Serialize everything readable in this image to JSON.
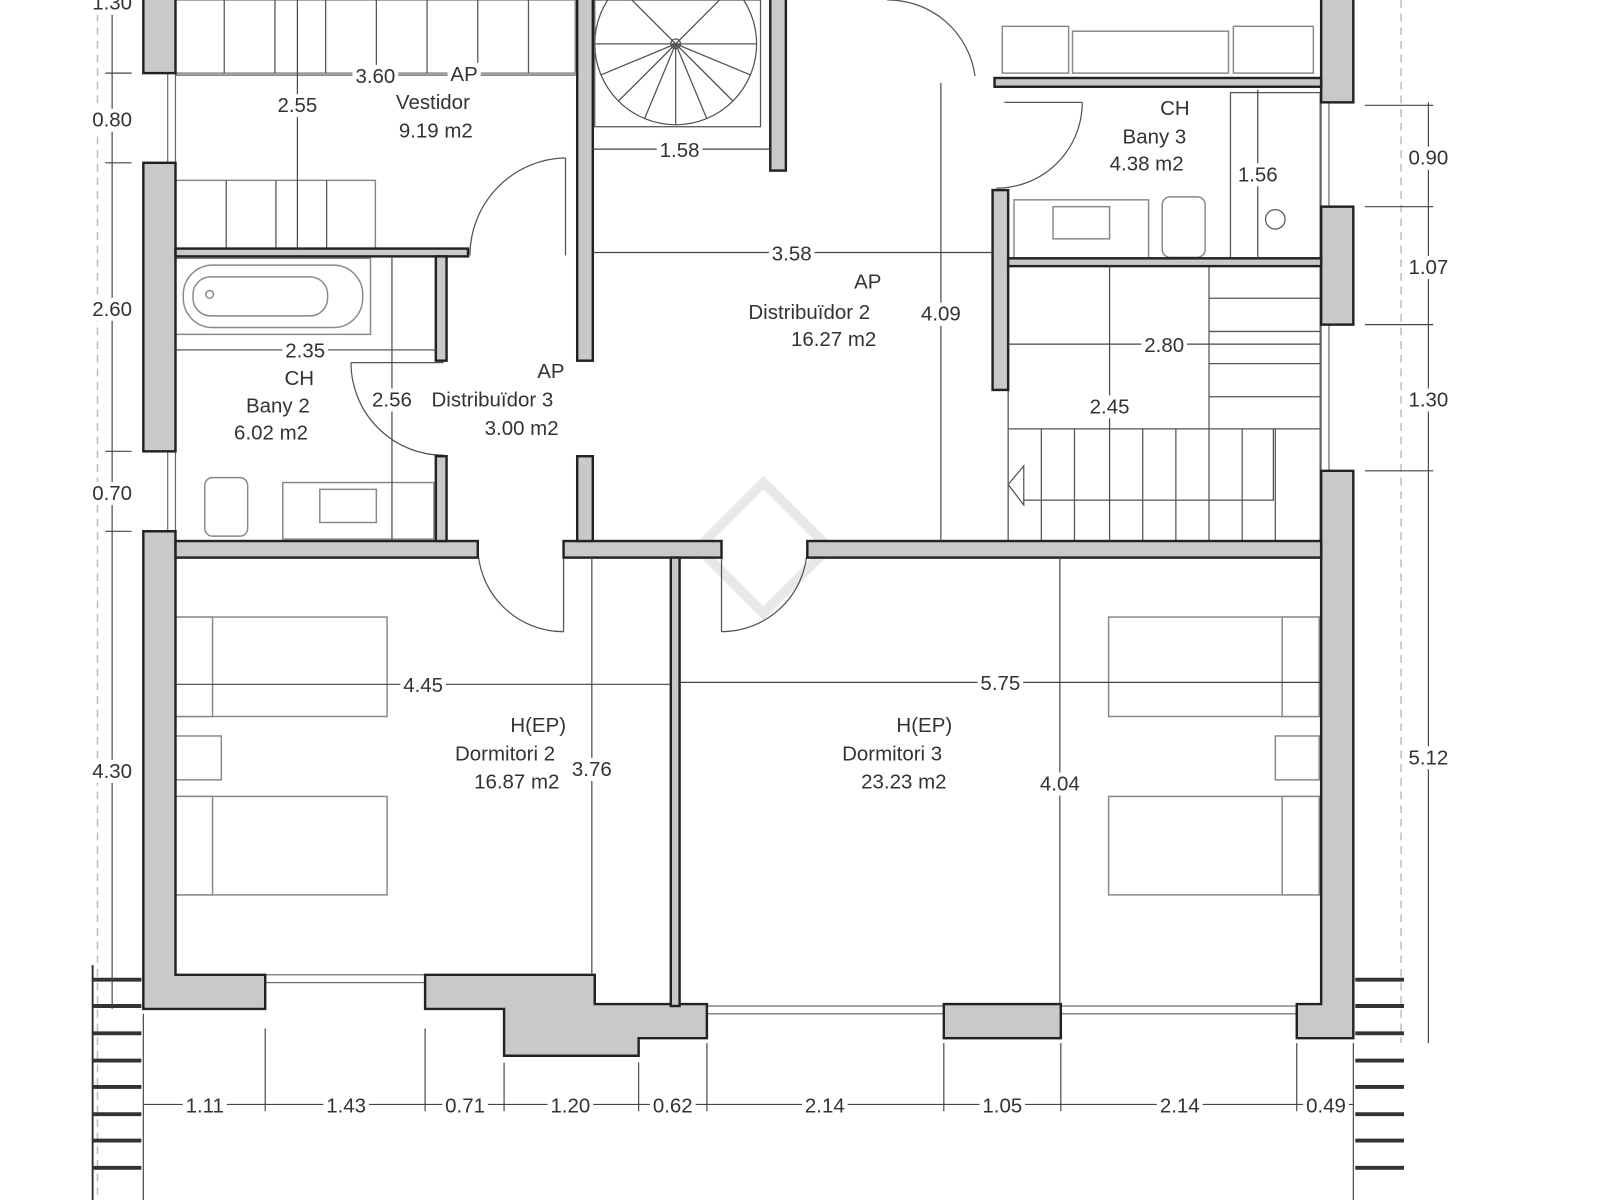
{
  "rooms": {
    "vestidor": {
      "code": "AP",
      "name": "Vestidor",
      "area": "9.19 m2"
    },
    "bany3": {
      "code": "CH",
      "name": "Bany 3",
      "area": "4.38 m2"
    },
    "distribuidor2": {
      "code": "AP",
      "name": "Distribuïdor 2",
      "area": "16.27 m2"
    },
    "bany2": {
      "code": "CH",
      "name": "Bany 2",
      "area": "6.02 m2"
    },
    "distribuidor3": {
      "code": "AP",
      "name": "Distribuïdor 3",
      "area": "3.00 m2"
    },
    "dormitori2": {
      "code": "H(EP)",
      "name": "Dormitori 2",
      "area": "16.87 m2"
    },
    "dormitori3": {
      "code": "H(EP)",
      "name": "Dormitori 3",
      "area": "23.23 m2"
    }
  },
  "dimensions": {
    "left": [
      "1.30",
      "0.80",
      "2.60",
      "0.70",
      "4.30"
    ],
    "right": [
      "0.90",
      "1.07",
      "1.30",
      "5.12"
    ],
    "bottom": [
      "1.11",
      "1.43",
      "0.71",
      "1.20",
      "0.62",
      "2.14",
      "1.05",
      "2.14",
      "0.49"
    ],
    "interior": {
      "vestidor_width": "3.60",
      "vestidor_depth": "2.55",
      "stair_width": "1.58",
      "distribuidor2_width": "3.58",
      "distribuidor2_depth": "4.09",
      "bany2_width": "2.35",
      "distribuidor3_depth": "2.56",
      "stair2_width": "2.80",
      "stair2_depth": "2.45",
      "bany3_depth": "1.56",
      "dormitori2_width": "4.45",
      "dormitori2_depth": "3.76",
      "dormitori3_width": "5.75",
      "dormitori3_depth": "4.04"
    }
  },
  "colors": {
    "wall_fill": "#c9c9c9",
    "line": "#222222"
  }
}
